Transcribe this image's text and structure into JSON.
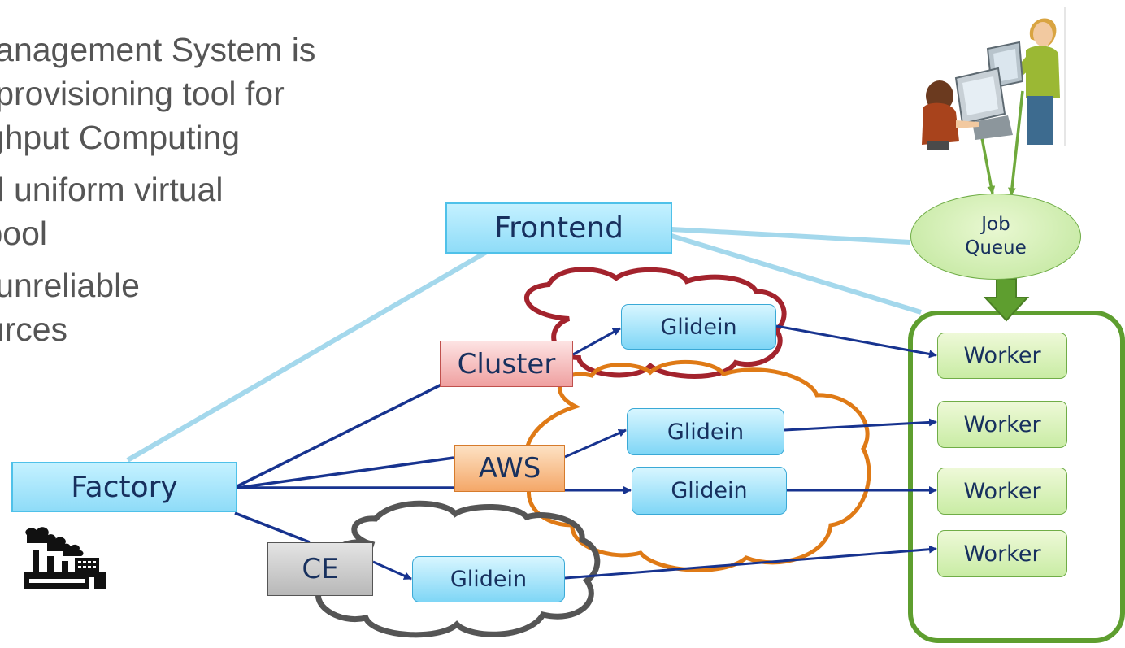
{
  "slide_text": {
    "lines": [
      "Management System is",
      "e provisioning tool for",
      "ughput Computing",
      "nd uniform virtual",
      "l pool",
      "o unreliable",
      "ources"
    ]
  },
  "diagram": {
    "frontend": "Frontend",
    "factory": "Factory",
    "cluster": "Cluster",
    "aws": "AWS",
    "ce": "CE",
    "job_queue": {
      "line1": "Job",
      "line2": "Queue"
    },
    "glideins": [
      "Glidein",
      "Glidein",
      "Glidein",
      "Glidein"
    ],
    "workers": [
      "Worker",
      "Worker",
      "Worker",
      "Worker"
    ]
  },
  "colors": {
    "arrow": "#17338f",
    "frontend_link": "#a4d8ec",
    "cloud_cluster": "#a3232d",
    "cloud_aws": "#df7a16",
    "cloud_ce": "#555555",
    "worker_pool": "#5e9e2f",
    "user_arrows": "#6fa93c"
  },
  "icons": [
    "users-at-computer-icon",
    "factory-icon"
  ]
}
